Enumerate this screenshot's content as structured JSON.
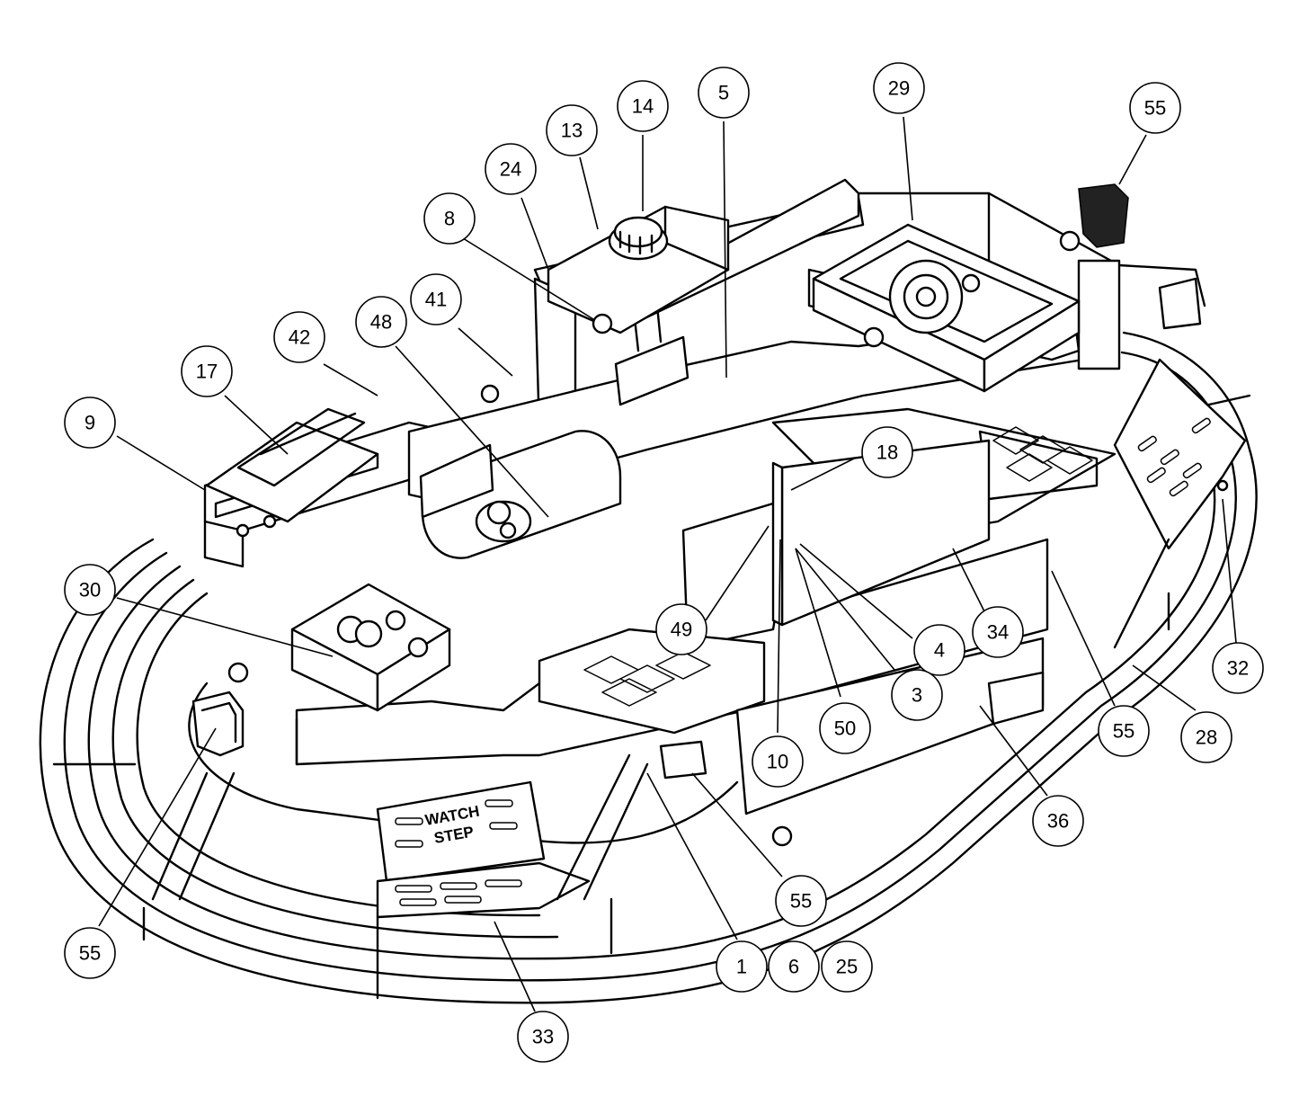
{
  "diagram": {
    "decal": {
      "line1": "WATCH",
      "line2": "STEP"
    },
    "callouts": [
      {
        "id": "c-14",
        "label": "14"
      },
      {
        "id": "c-5",
        "label": "5"
      },
      {
        "id": "c-29",
        "label": "29"
      },
      {
        "id": "c-55-top",
        "label": "55"
      },
      {
        "id": "c-13",
        "label": "13"
      },
      {
        "id": "c-24",
        "label": "24"
      },
      {
        "id": "c-8",
        "label": "8"
      },
      {
        "id": "c-41",
        "label": "41"
      },
      {
        "id": "c-48",
        "label": "48"
      },
      {
        "id": "c-42",
        "label": "42"
      },
      {
        "id": "c-17",
        "label": "17"
      },
      {
        "id": "c-9",
        "label": "9"
      },
      {
        "id": "c-18",
        "label": "18"
      },
      {
        "id": "c-30",
        "label": "30"
      },
      {
        "id": "c-49",
        "label": "49"
      },
      {
        "id": "c-34",
        "label": "34"
      },
      {
        "id": "c-4",
        "label": "4"
      },
      {
        "id": "c-32",
        "label": "32"
      },
      {
        "id": "c-3",
        "label": "3"
      },
      {
        "id": "c-50",
        "label": "50"
      },
      {
        "id": "c-10",
        "label": "10"
      },
      {
        "id": "c-55-right",
        "label": "55"
      },
      {
        "id": "c-28",
        "label": "28"
      },
      {
        "id": "c-36",
        "label": "36"
      },
      {
        "id": "c-55-bottom",
        "label": "55"
      },
      {
        "id": "c-55-left",
        "label": "55"
      },
      {
        "id": "c-1",
        "label": "1"
      },
      {
        "id": "c-6",
        "label": "6"
      },
      {
        "id": "c-25",
        "label": "25"
      },
      {
        "id": "c-33",
        "label": "33"
      }
    ]
  }
}
